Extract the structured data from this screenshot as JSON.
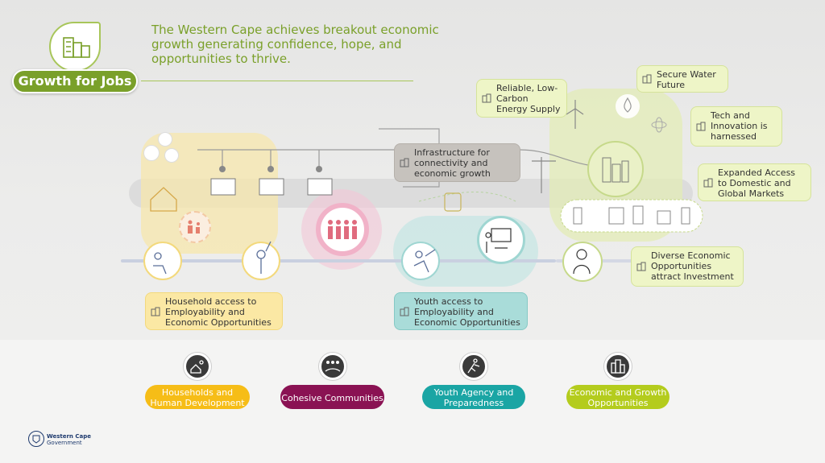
{
  "headline": "The Western Cape achieves breakout economic growth generating confidence, hope, and opportunities to thrive.",
  "badge": {
    "label": "Growth for Jobs"
  },
  "cards": {
    "energy": "Reliable, Low-Carbon Energy Supply",
    "water": "Secure Water Future",
    "tech": "Tech and Innovation is harnessed",
    "markets": "Expanded Access to Domestic and Global Markets",
    "infrastructure": "Infrastructure for connectivity and economic growth",
    "investment": "Diverse Economic Opportunities attract Investment",
    "household": "Household access to Employability and Economic Opportunities",
    "youth": "Youth access to Employability and Economic Opportunities"
  },
  "pillars": [
    {
      "label": "Households and Human Development",
      "color": "#f6bd17"
    },
    {
      "label": "Cohesive Communities",
      "color": "#8a1253"
    },
    {
      "label": "Youth Agency and Preparedness",
      "color": "#1aa5a4"
    },
    {
      "label": "Economic and Growth Opportunities",
      "color": "#b4cc1d"
    }
  ],
  "logo": {
    "line1": "Western Cape",
    "line2": "Government"
  },
  "colors": {
    "green": "#7aa02a",
    "yellow": "#f6bd17",
    "magenta": "#8a1253",
    "teal": "#1aa5a4",
    "lime": "#b4cc1d"
  }
}
